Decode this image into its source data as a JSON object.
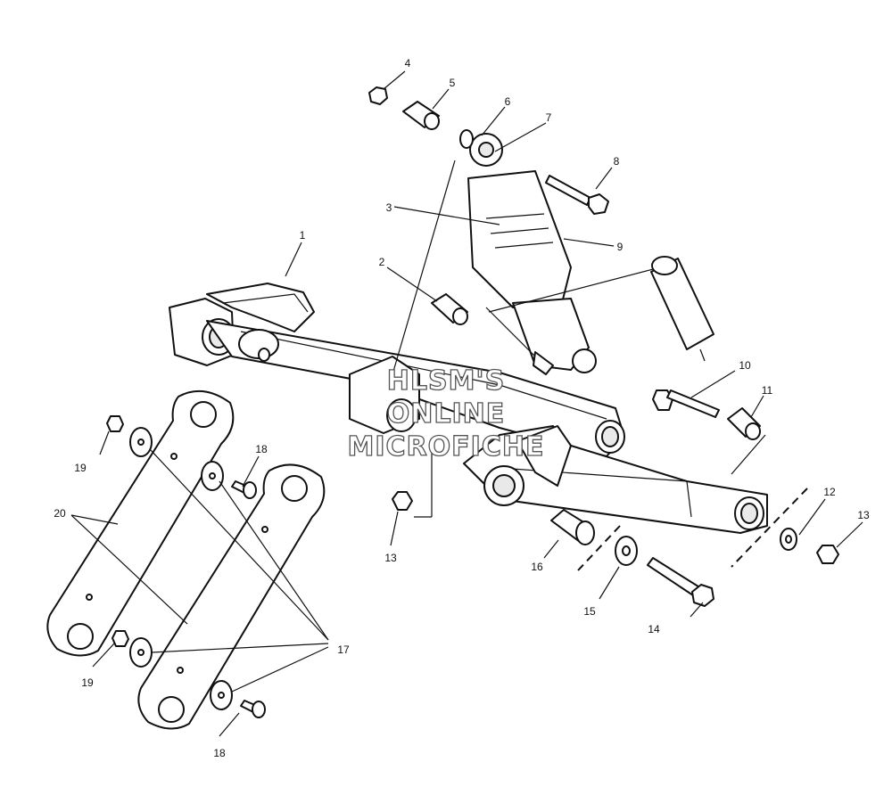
{
  "watermark": {
    "line1": "HLSM'S",
    "line2": "ONLINE",
    "line3": "MICROFICHE"
  },
  "callouts": {
    "c1": "1",
    "c2": "2",
    "c3": "3",
    "c4": "4",
    "c5": "5",
    "c6": "6",
    "c7": "7",
    "c8": "8",
    "c9": "9",
    "c10": "10",
    "c11": "11",
    "c12": "12",
    "c13a": "13",
    "c13b": "13",
    "c14": "14",
    "c15": "15",
    "c16": "16",
    "c17": "17",
    "c18a": "18",
    "c18b": "18",
    "c19a": "19",
    "c19b": "19",
    "c20": "20"
  }
}
